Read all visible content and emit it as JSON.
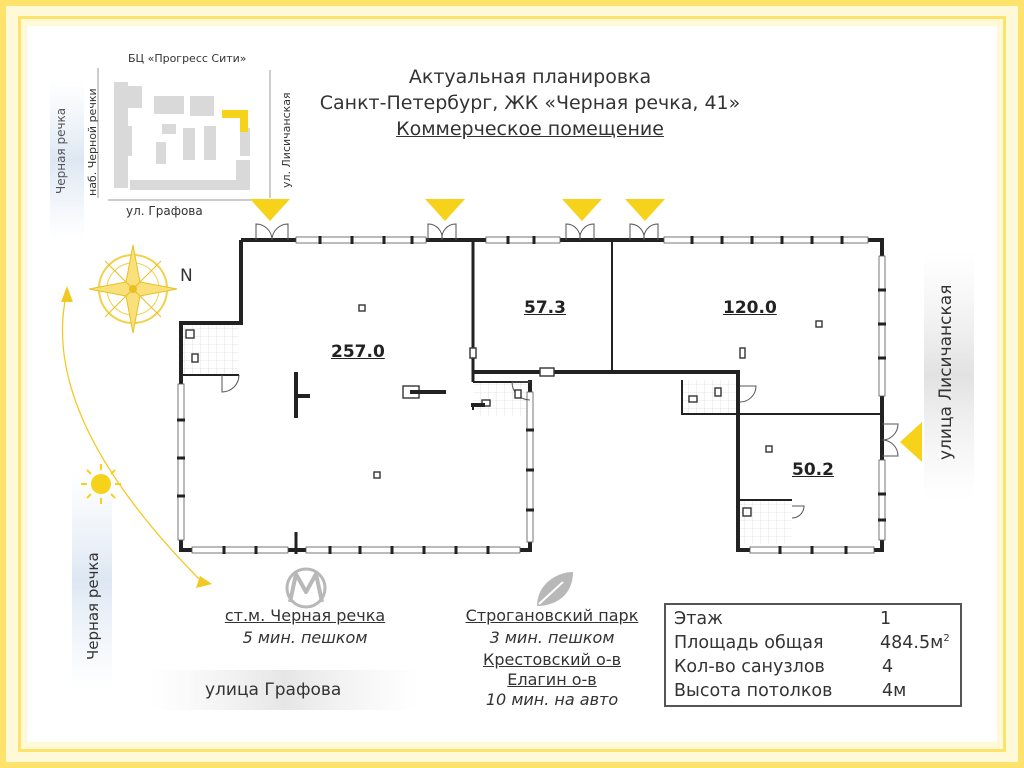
{
  "header": {
    "line1": "Актуальная планировка",
    "line2": "Санкт-Петербург, ЖК «Черная речка, 41»",
    "line3": "Коммерческое помещение"
  },
  "map": {
    "top_label": "БЦ «Прогресс Сити»",
    "left_label": "наб. Черной речки",
    "right_label": "ул. Лисичанская",
    "bottom_label": "ул. Графова",
    "highlight_color": "#f7d21b"
  },
  "compass": {
    "north_label": "N"
  },
  "streets": {
    "left_top": "Черная речка",
    "left_bottom": "Черная речка",
    "right": "улица Лисичанская",
    "bottom": "улица Графова"
  },
  "rooms": {
    "r1": "257.0",
    "r2": "57.3",
    "r3": "120.0",
    "r4": "50.2"
  },
  "metro": {
    "icon": "metro-icon",
    "station": "ст.м. Черная речка",
    "time": "5 мин. пешком"
  },
  "park": {
    "icon": "leaf-icon",
    "name": "Строгановский парк",
    "time": "3 мин. пешком",
    "place1": "Крестовский о-в",
    "place2": "Елагин о-в",
    "time2": "10 мин. на авто"
  },
  "info": {
    "floor_label": "Этаж",
    "floor_value": "1",
    "area_label": "Площадь общая",
    "area_value": "484.5м",
    "area_sup": "2",
    "bath_label": "Кол-во санузлов",
    "bath_value": "4",
    "height_label": "Высота потолков",
    "height_value": "4м"
  },
  "colors": {
    "accent": "#fde36b",
    "entrance": "#f7d21b",
    "wall": "#222222"
  }
}
